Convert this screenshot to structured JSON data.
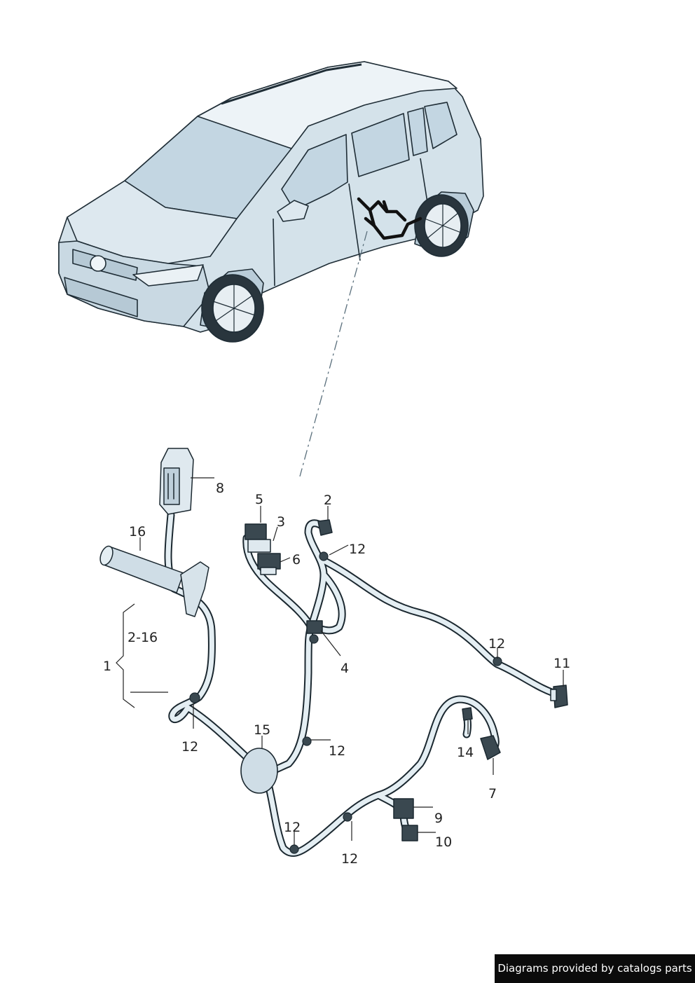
{
  "labels": {
    "l1": "1",
    "l2_16": "2-16",
    "l2": "2",
    "l3": "3",
    "l4": "4",
    "l5": "5",
    "l6": "6",
    "l7": "7",
    "l8": "8",
    "l9": "9",
    "l10": "10",
    "l11": "11",
    "l12": "12",
    "l14": "14",
    "l15": "15",
    "l16": "16"
  },
  "footer": {
    "text": "Diagrams provided by catalogs parts"
  },
  "colors": {
    "car_fill": "#d9e6ee",
    "car_outline": "#1f2d36",
    "harness": "#e4eef3",
    "harness_outline": "#1b2830",
    "footer_bg": "#0b0b0b"
  }
}
